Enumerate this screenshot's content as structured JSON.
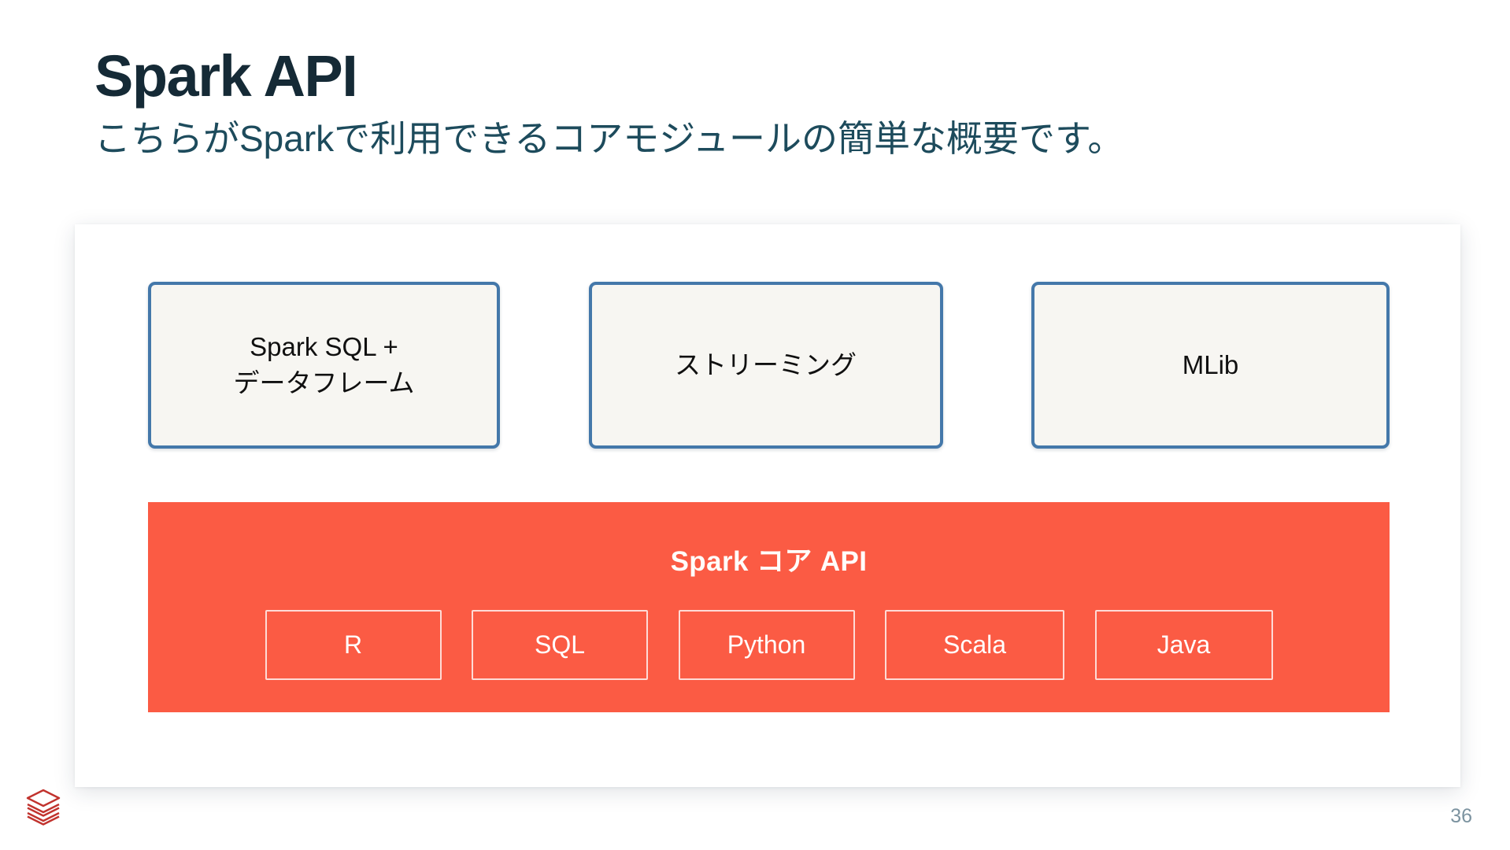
{
  "slide": {
    "title": "Spark API",
    "subtitle": "こちらがSparkで利用できるコアモジュールの簡単な概要です。",
    "page_number": "36"
  },
  "diagram": {
    "modules": [
      {
        "label": "Spark SQL +\nデータフレーム"
      },
      {
        "label": "ストリーミング"
      },
      {
        "label": "MLib"
      }
    ],
    "core": {
      "title": "Spark コア API",
      "languages": [
        {
          "label": "R"
        },
        {
          "label": "SQL"
        },
        {
          "label": "Python"
        },
        {
          "label": "Scala"
        },
        {
          "label": "Java"
        }
      ]
    }
  },
  "branding": {
    "logo_name": "databricks-stack-logo"
  },
  "colors": {
    "title_navy": "#152A36",
    "subtitle_teal": "#1D4B5C",
    "module_border_blue": "#4478AA",
    "module_fill": "#F7F6F2",
    "core_red": "#FB5B44",
    "logo_red": "#C1332E",
    "page_number_gray": "#7C93A0",
    "background": "#FFFFFF"
  }
}
